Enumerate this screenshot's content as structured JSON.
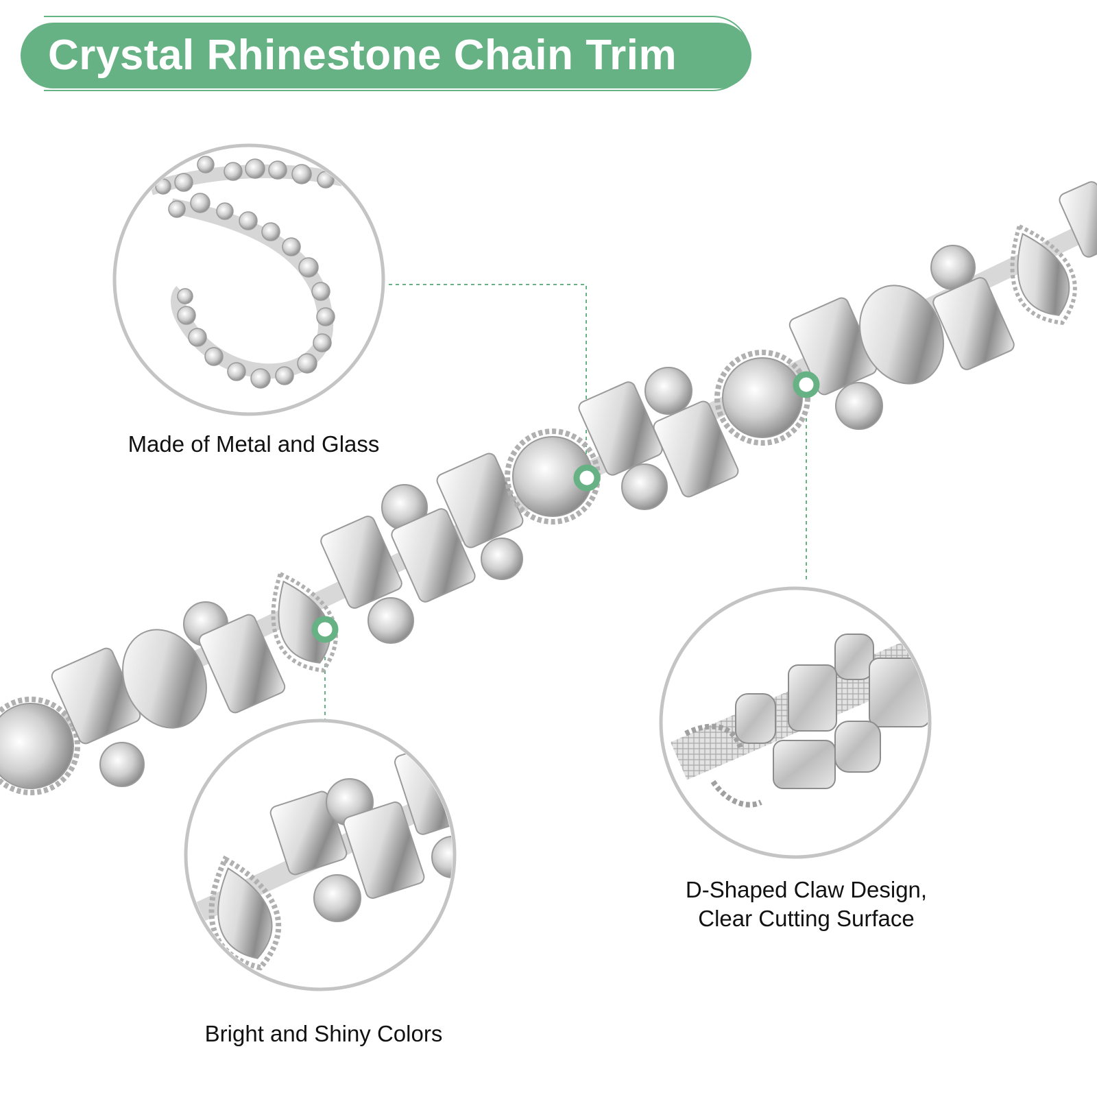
{
  "title": "Crystal Rhinestone Chain Trim",
  "captions": {
    "metal_glass": "Made of Metal and Glass",
    "claw_design_line1": "D-Shaped Claw Design,",
    "claw_design_line2": "Clear Cutting Surface",
    "bright_shiny": "Bright and Shiny Colors"
  },
  "colors": {
    "accent_green": "#66b285",
    "circle_border": "#c4c4c4",
    "text": "#111111"
  }
}
